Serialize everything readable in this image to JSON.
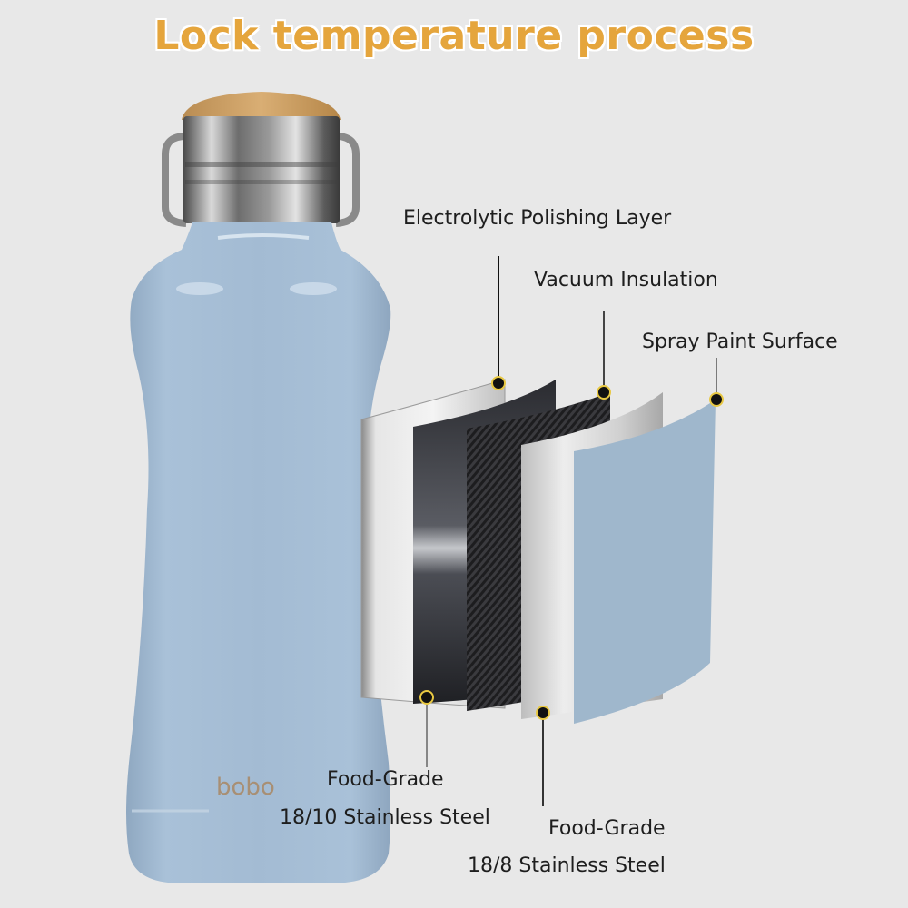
{
  "title": "Lock temperature process",
  "colors": {
    "title": "#e5a53c",
    "background": "#e8e8e8",
    "bottle_blue": "#a4bcd4",
    "paint_layer": "#9fb7cc",
    "callout_dot": "#111111",
    "callout_ring": "#e8c842",
    "label_text": "#1e1e1e",
    "brand_text": "#a88f74"
  },
  "product": {
    "brand": "bobo",
    "type": "stainless steel water bottle with bamboo lid"
  },
  "layers": [
    {
      "id": "electrolytic",
      "label": "Electrolytic Polishing Layer",
      "material": "polished steel"
    },
    {
      "id": "inner-steel",
      "label_line1": "Food-Grade",
      "label_line2": "18/10 Stainless Steel",
      "material": "dark steel"
    },
    {
      "id": "vacuum",
      "label": "Vacuum Insulation",
      "material": "carbon pattern"
    },
    {
      "id": "outer-steel",
      "label_line1": "Food-Grade",
      "label_line2": "18/8 Stainless Steel",
      "material": "brushed steel"
    },
    {
      "id": "paint",
      "label": "Spray Paint Surface",
      "material": "blue paint"
    }
  ]
}
